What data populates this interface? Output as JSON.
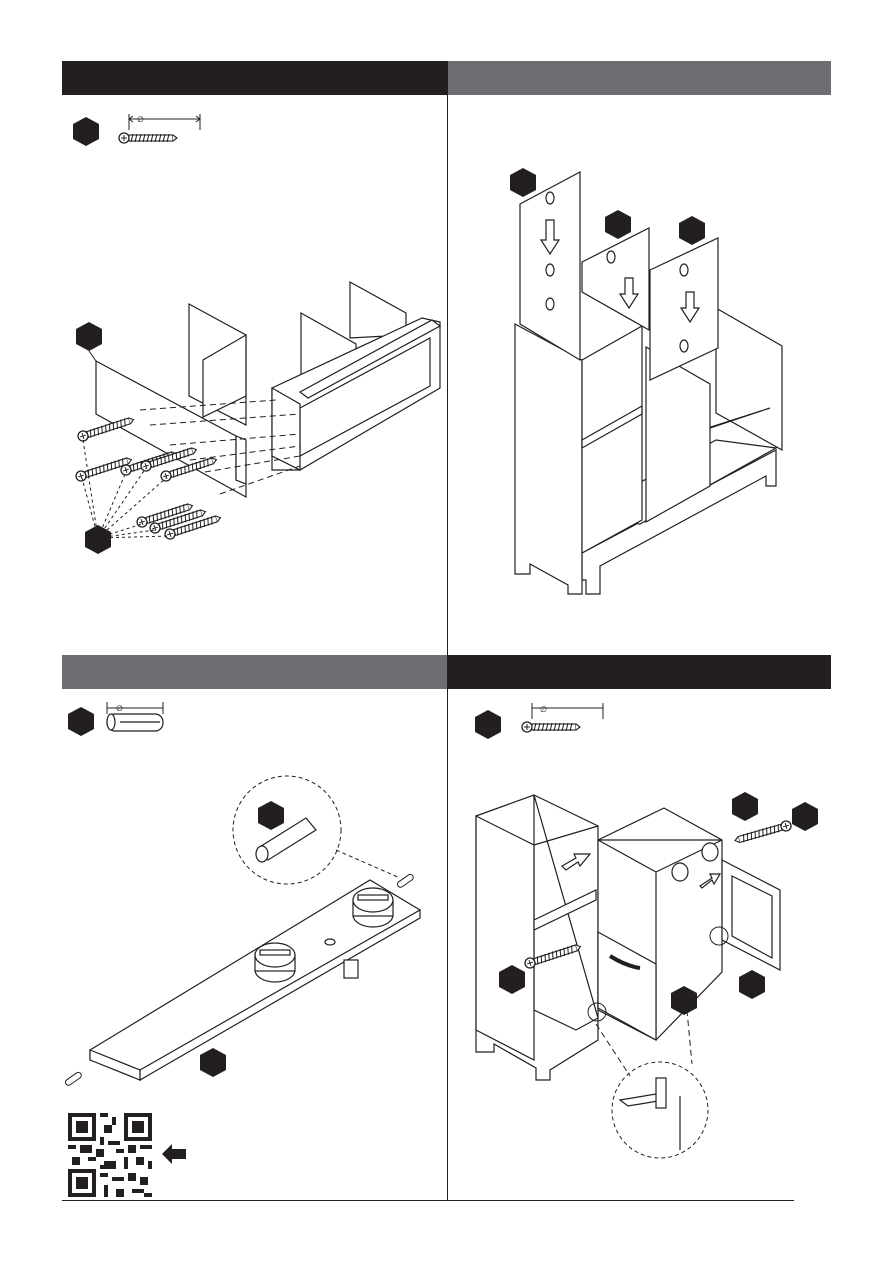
{
  "page": {
    "sections": [
      {
        "id": "step-top-left",
        "header_style": "dark"
      },
      {
        "id": "step-top-right",
        "header_style": "grey"
      },
      {
        "id": "step-bottom-left",
        "header_style": "grey"
      },
      {
        "id": "step-bottom-right",
        "header_style": "dark"
      }
    ]
  },
  "colors": {
    "header_dark": "#231f20",
    "header_grey": "#6d6e71",
    "line": "#231f20"
  },
  "icons": [
    "hexagon-part-marker",
    "screw-icon",
    "dowel-icon",
    "qr-code-icon",
    "arrow-left-icon",
    "diameter-symbol"
  ],
  "hardware": {
    "screw_diameter_symbol": "∅",
    "dowel_diameter_symbol": "∅"
  }
}
